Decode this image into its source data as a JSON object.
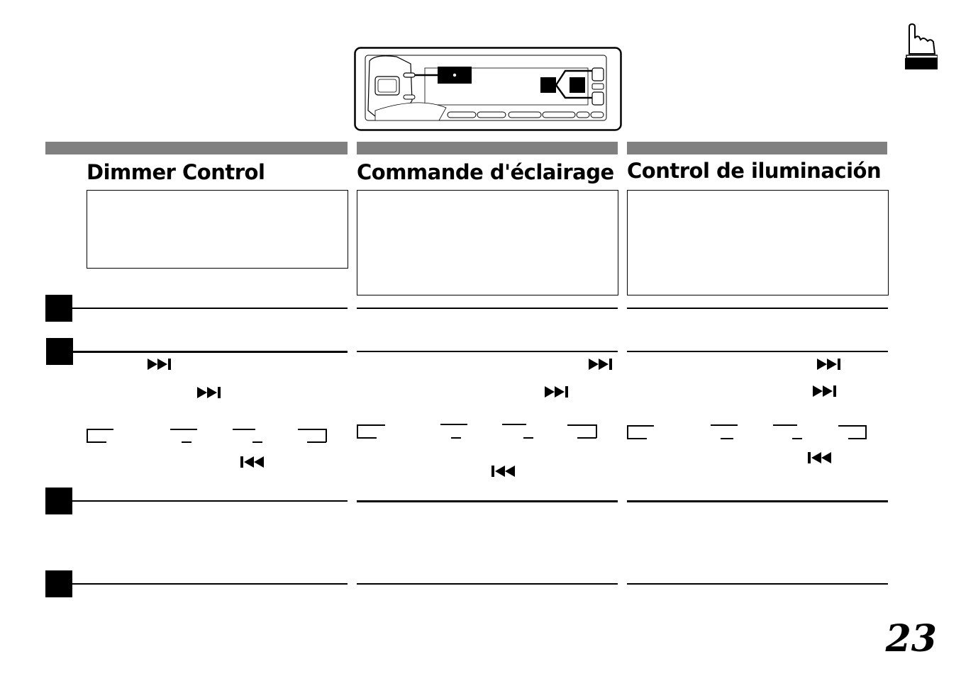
{
  "page": {
    "number": "23"
  },
  "columns": [
    {
      "lang": "en",
      "title": "Dimmer Control"
    },
    {
      "lang": "fr",
      "title": "Commande d'éclairage"
    },
    {
      "lang": "es",
      "title": "Control de iluminación"
    }
  ],
  "icons": {
    "next": "skip-forward-icon",
    "prev": "skip-back-icon",
    "thumb": "pointing-hand-icon"
  },
  "colors": {
    "section_bar": "#808080",
    "ink": "#000000"
  }
}
